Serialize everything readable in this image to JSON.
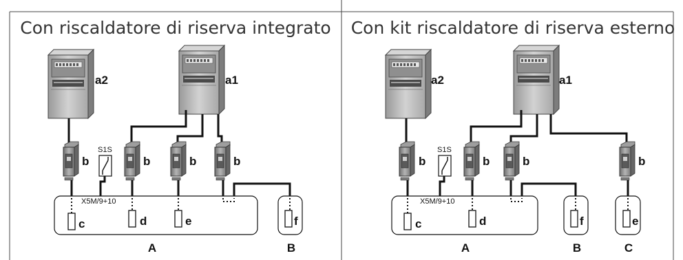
{
  "panels": [
    {
      "title": "Con riscaldatore di riserva integrato",
      "meters": [
        "a2",
        "a1"
      ],
      "breaker_label": "b",
      "switch_label": "S1S",
      "terminal_label": "X5M/9+10",
      "components": [
        "c",
        "d",
        "e",
        "f"
      ],
      "units": [
        "A",
        "B"
      ]
    },
    {
      "title": "Con kit riscaldatore di riserva esterno",
      "meters": [
        "a2",
        "a1"
      ],
      "breaker_label": "b",
      "switch_label": "S1S",
      "terminal_label": "X5M/9+10",
      "components": [
        "c",
        "d",
        "f",
        "e"
      ],
      "units": [
        "A",
        "B",
        "C"
      ]
    }
  ],
  "colors": {
    "line": "#111111",
    "meter_body": "#b8b8b8",
    "meter_dark": "#555555",
    "breaker": "#8a8a8a",
    "frame": "#444444"
  }
}
